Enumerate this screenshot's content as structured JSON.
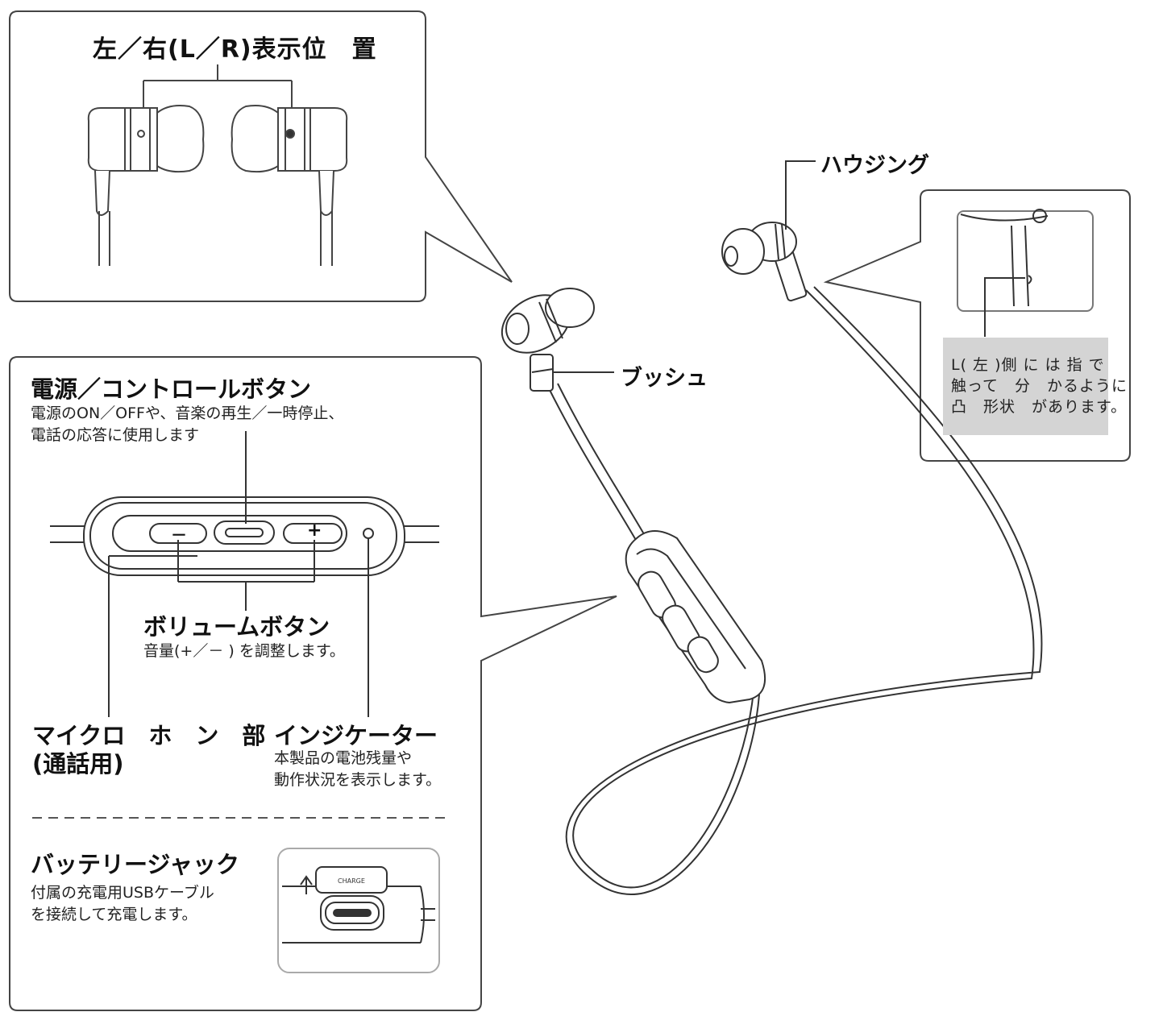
{
  "lr_panel": {
    "title": "左／右(L／R)表示位　置"
  },
  "callouts": {
    "housing": "ハウジング",
    "bush": "ブッシュ"
  },
  "bump_note": {
    "lines": [
      "L( 左 )側 に は 指 で",
      "触って　分　かるように",
      "凸　形状　があります。"
    ]
  },
  "control_panel": {
    "title": "電源／コントロールボタン",
    "desc": [
      "電源のON／OFFや、音楽の再生／一時停止、",
      "電話の応答に使用します"
    ],
    "volume_title": "ボリュームボタン",
    "volume_desc": "音量(+／－ ) を調整します。",
    "mic_title": "マイクロ　ホ　ン　部",
    "mic_sub": "(通話用)",
    "indicator_title": "インジケーター",
    "indicator_desc": [
      "本製品の電池残量や",
      "動作状況を表示します。"
    ],
    "minus_label": "－",
    "plus_label": "+",
    "battery_title": "バッテリージャック",
    "battery_desc": [
      "付属の充電用USBケーブル",
      "を接続して充電します。"
    ],
    "charge_label": "CHARGE"
  },
  "colors": {
    "line": "#333333",
    "note_bg": "#d4d4d4",
    "panel_border": "#555555"
  }
}
